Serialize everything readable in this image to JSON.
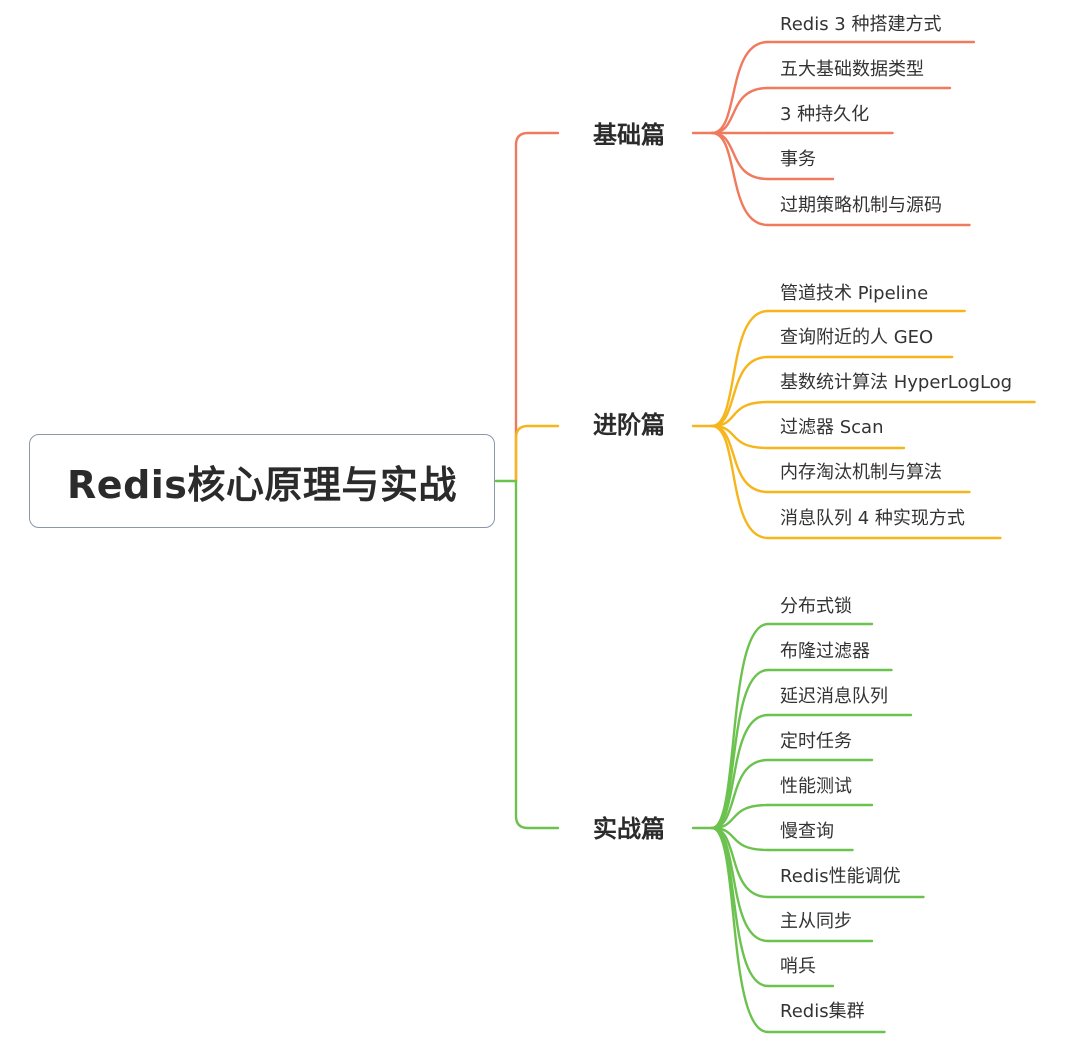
{
  "mindmap": {
    "root": {
      "label": "Redis核心原理与实战"
    },
    "branches": [
      {
        "label": "基础篇",
        "color": "#f07a5e",
        "children": [
          "Redis 3 种搭建方式",
          "五大基础数据类型",
          "3 种持久化",
          "事务",
          "过期策略机制与源码"
        ]
      },
      {
        "label": "进阶篇",
        "color": "#f6b51b",
        "children": [
          "管道技术 Pipeline",
          "查询附近的人 GEO",
          "基数统计算法 HyperLogLog",
          "过滤器 Scan",
          "内存淘汰机制与算法",
          "消息队列 4 种实现方式"
        ]
      },
      {
        "label": "实战篇",
        "color": "#6cc24f",
        "children": [
          "分布式锁",
          "布隆过滤器",
          "延迟消息队列",
          "定时任务",
          "性能测试",
          "慢查询",
          "Redis性能调优",
          "主从同步",
          "哨兵",
          "Redis集群"
        ]
      }
    ]
  }
}
